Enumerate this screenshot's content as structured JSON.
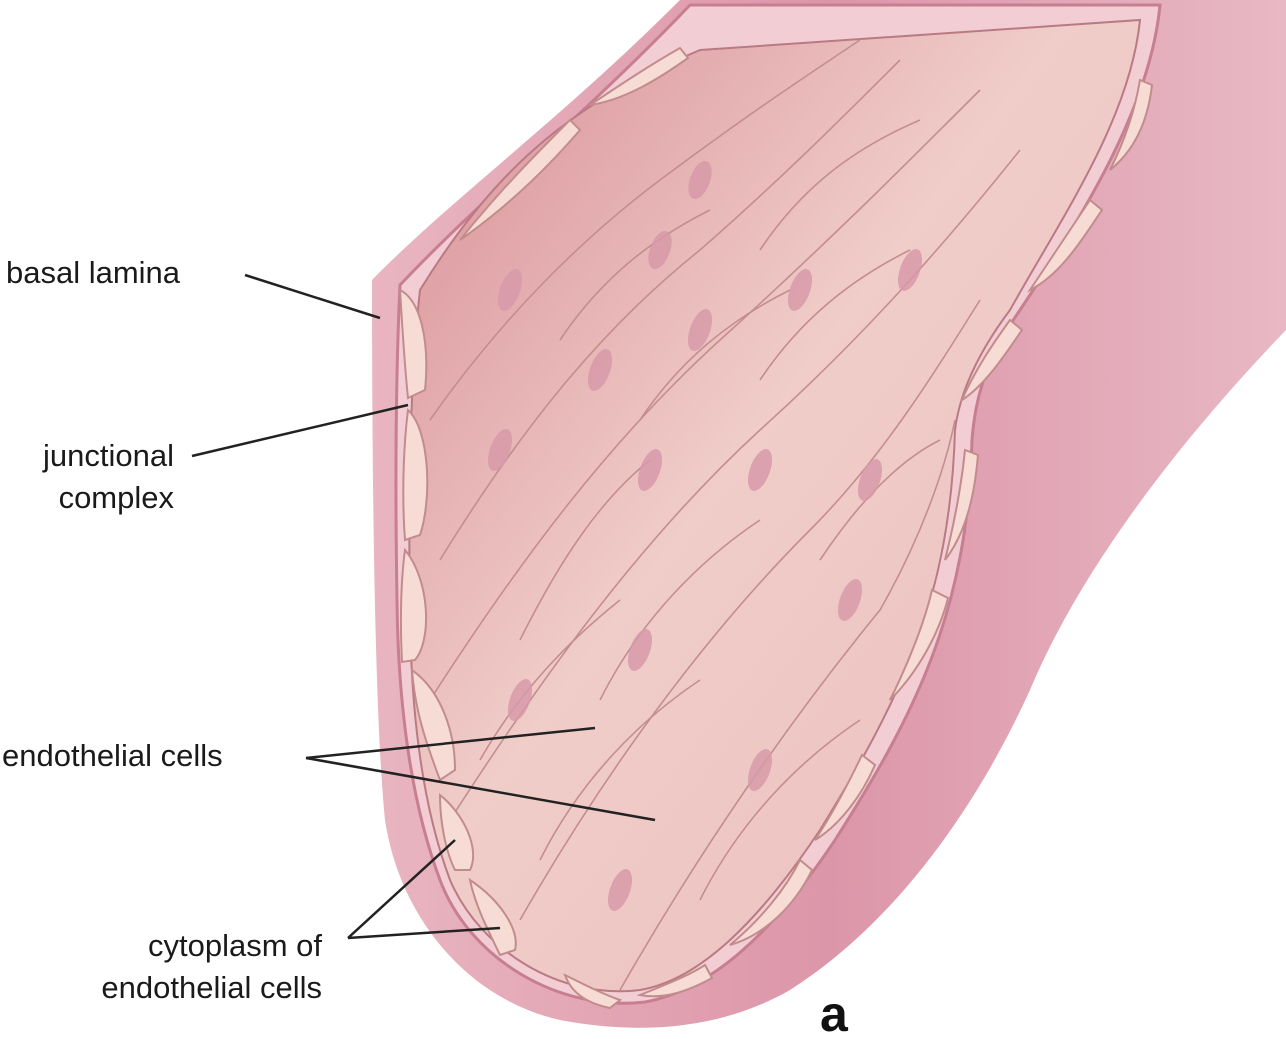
{
  "figure": {
    "panel_letter": "a",
    "labels": {
      "basal_lamina": "basal lamina",
      "junctional_complex_line1": "junctional",
      "junctional_complex_line2": "complex",
      "endothelial_cells": "endothelial cells",
      "cytoplasm_line1": "cytoplasm of",
      "cytoplasm_line2": "endothelial cells"
    },
    "colors": {
      "outer_wall": "#d98ea3",
      "basal_lamina": "#f0c7cf",
      "lumen": "#eec1c0",
      "cell_fill": "#f2d0cb",
      "cell_outline": "#c28c8c",
      "nucleus": "#d99aaa",
      "leader_line": "#222222"
    }
  }
}
